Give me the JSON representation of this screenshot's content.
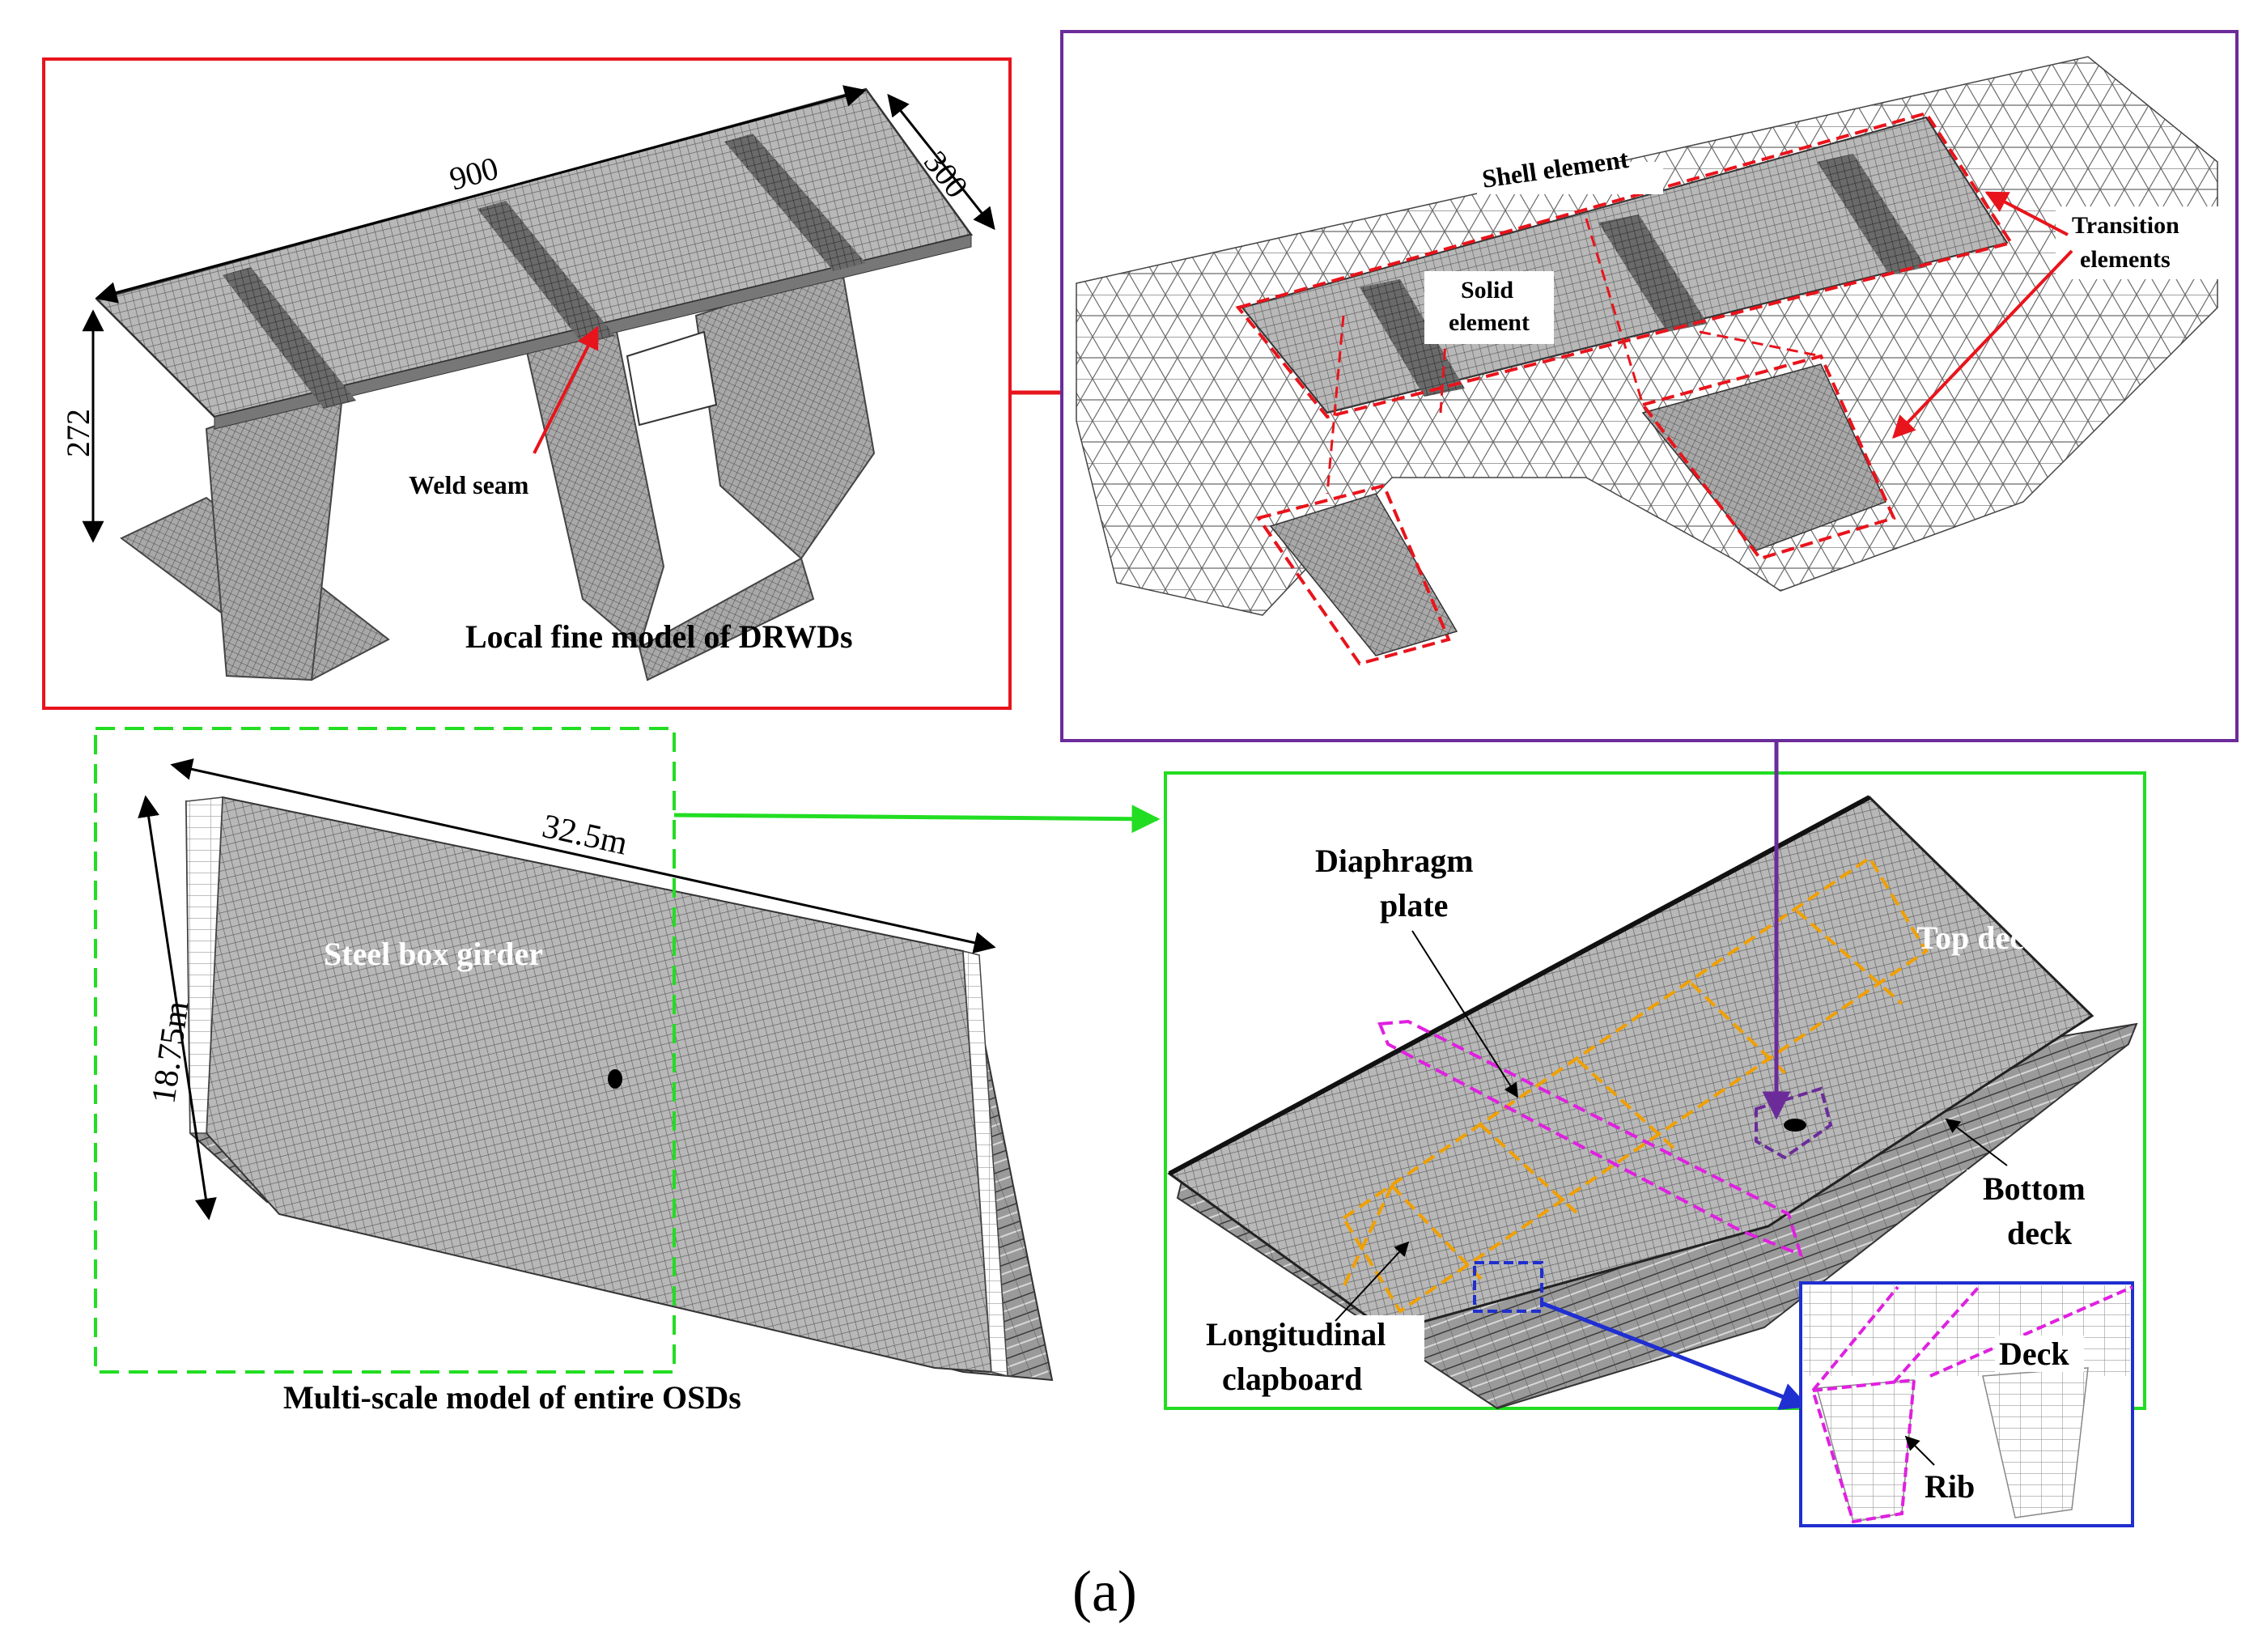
{
  "panel_local": {
    "dim_length": "900",
    "dim_width": "300",
    "dim_height": "272",
    "weld_label": "Weld seam",
    "caption": "Local fine model of DRWDs"
  },
  "panel_transition": {
    "shell_label": "Shell element",
    "solid_label_1": "Solid",
    "solid_label_2": "element",
    "transition_label_1": "Transition",
    "transition_label_2": "elements"
  },
  "panel_entire": {
    "dim_length": "32.5m",
    "dim_width": "18.75m",
    "girder_label": "Steel box girder",
    "caption": "Multi-scale model of entire OSDs"
  },
  "panel_structure": {
    "diaphragm_1": "Diaphragm",
    "diaphragm_2": "plate",
    "top_deck": "Top deck",
    "bottom_deck_1": "Bottom",
    "bottom_deck_2": "deck",
    "longitudinal_1": "Longitudinal",
    "longitudinal_2": "clapboard"
  },
  "panel_inset": {
    "deck_label": "Deck",
    "rib_label": "Rib"
  },
  "figure_label": "(a)",
  "colors": {
    "red_frame": "#e8141c",
    "purple_frame": "#6b2c9a",
    "green_frame": "#22dd22",
    "blue_frame": "#1f2fd0",
    "magenta_dash": "#e020e0",
    "orange_dash": "#f0a000",
    "mesh_gray": "#8a8a8a"
  }
}
